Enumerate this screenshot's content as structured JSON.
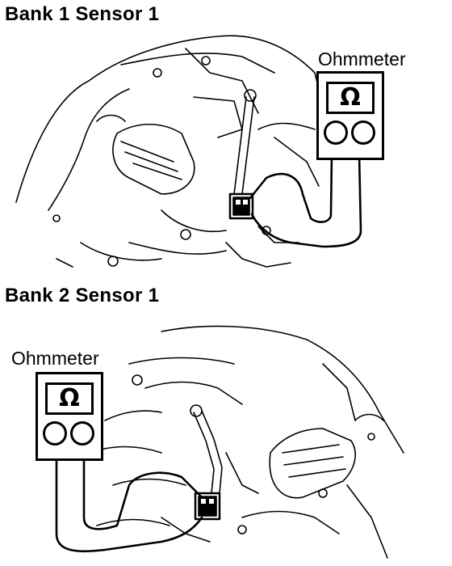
{
  "diagram": {
    "panels": [
      {
        "title": "Bank 1 Sensor 1",
        "meter_label": "Ohmmeter",
        "meter_symbol": "Ω"
      },
      {
        "title": "Bank 2 Sensor 1",
        "meter_label": "Ohmmeter",
        "meter_symbol": "Ω"
      }
    ]
  }
}
